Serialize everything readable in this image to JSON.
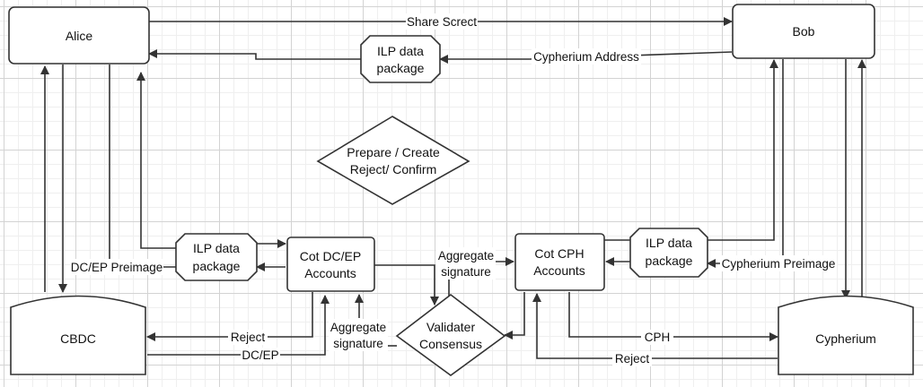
{
  "nodes": {
    "alice": "Alice",
    "bob": "Bob",
    "cbdc": "CBDC",
    "cypherium": "Cypherium",
    "cot_dcep": [
      "Cot DC/EP",
      "Accounts"
    ],
    "cot_cph": [
      "Cot CPH",
      "Accounts"
    ],
    "ilp_top": [
      "ILP data",
      "package"
    ],
    "ilp_left": [
      "ILP data",
      "package"
    ],
    "ilp_right": [
      "ILP data",
      "package"
    ],
    "validator": [
      "Validater",
      "Consensus"
    ],
    "prepare": [
      "Prepare / Create",
      "Reject/ Confirm"
    ]
  },
  "edges": {
    "share_secret": "Share Screct",
    "cypherium_address": "Cypherium Address",
    "dcep_preimage": "DC/EP Preimage",
    "cypherium_preimage": "Cypherium Preimage",
    "aggregate_signature_left": [
      "Aggregate",
      "signature"
    ],
    "aggregate_signature_right": [
      "Aggregate",
      "signature"
    ],
    "reject_left": "Reject",
    "dcep": "DC/EP",
    "cph": "CPH",
    "reject_right": "Reject"
  }
}
